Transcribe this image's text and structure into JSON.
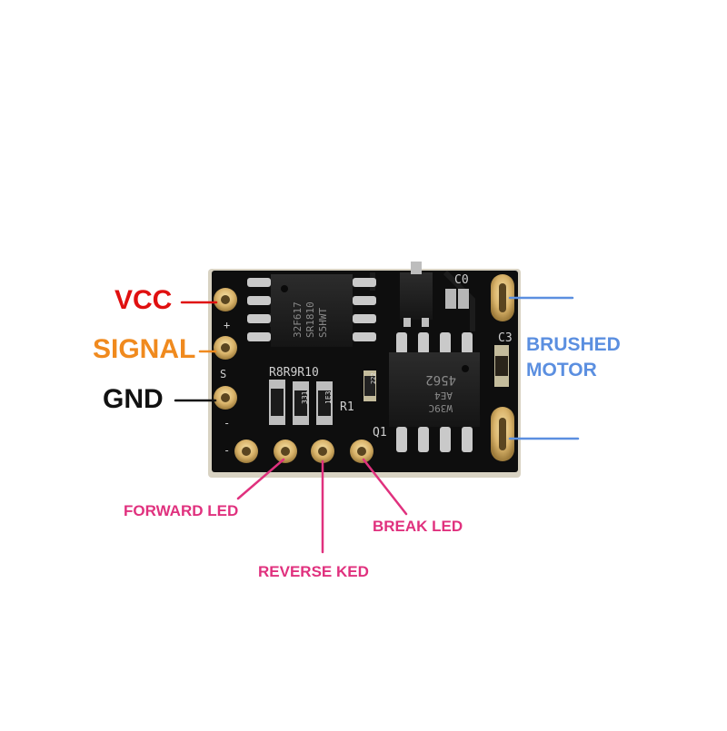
{
  "labels": {
    "vcc": "VCC",
    "signal": "SIGNAL",
    "gnd": "GND",
    "motor_line1": "BRUSHED",
    "motor_line2": "MOTOR",
    "forward_led": "FORWARD LED",
    "reverse_led": "REVERSE KED",
    "break_led": "BREAK LED"
  },
  "board_silkscreen": {
    "plus": "+",
    "minus": "-",
    "s": "S",
    "resistors": "R8R9R10",
    "r1": "R1",
    "q1": "Q1",
    "c3": "C3",
    "c0": "C0",
    "r_331": "331",
    "r_1e3": "1E3",
    "r_222": "222"
  },
  "chip_markings": {
    "left_line1": "32F617",
    "left_line2": "SR1810",
    "left_line3": "S5HWT",
    "right_line1": "W39C",
    "right_line2": "AE4",
    "right_line3": "4562"
  },
  "colors": {
    "vcc": "#e01010",
    "signal": "#f08a1e",
    "gnd": "#111111",
    "motor": "#5b8fe0",
    "led": "#e0317e",
    "board": "#0e0e0e",
    "pad": "#d9b36a"
  }
}
